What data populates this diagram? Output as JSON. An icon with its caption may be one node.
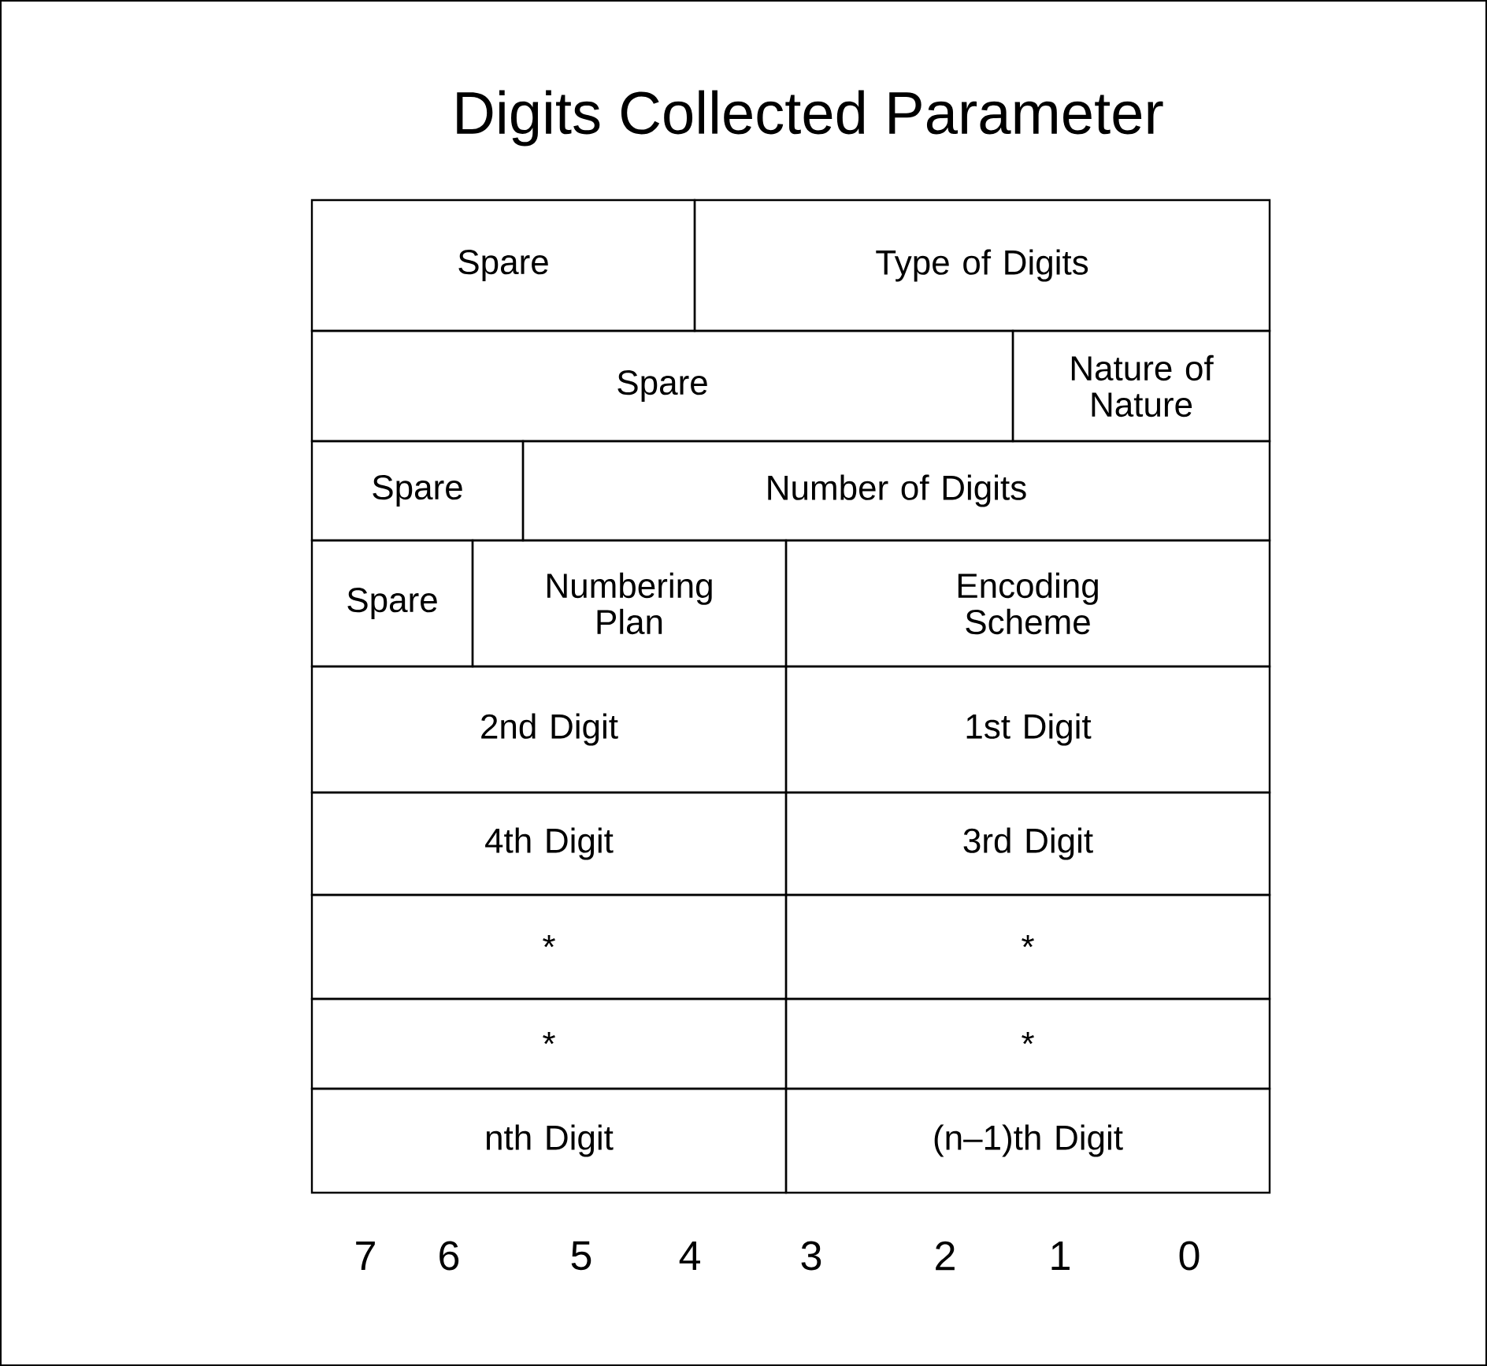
{
  "diagram": {
    "title": "Digits Collected Parameter",
    "nodes": [
      {
        "text": [
          "Spare"
        ]
      },
      {
        "text": [
          "Type of Digits"
        ]
      },
      {
        "text": [
          "Spare"
        ]
      },
      {
        "text": [
          "Nature of Nature"
        ]
      },
      {
        "text": [
          "Spare"
        ]
      },
      {
        "text": [
          "Number of Digits"
        ]
      },
      {
        "text": [
          "Spare"
        ]
      },
      {
        "text": [
          "Numbering Plan"
        ]
      },
      {
        "text": [
          "Encoding Scheme"
        ]
      },
      {
        "text": [
          "2nd Digit"
        ]
      },
      {
        "text": [
          "1st Digit"
        ]
      },
      {
        "text": [
          "4th Digit"
        ]
      },
      {
        "text": [
          "3rd Digit"
        ]
      },
      {
        "text": [
          "*"
        ]
      },
      {
        "text": [
          "*"
        ]
      },
      {
        "text": [
          "*"
        ]
      },
      {
        "text": [
          "*"
        ]
      },
      {
        "text": [
          "nth Digit"
        ]
      },
      {
        "text": [
          "(n–1)th Digit"
        ]
      }
    ],
    "labels": [
      "7",
      "6",
      "5",
      "4",
      "3",
      "2",
      "1",
      "0"
    ]
  }
}
